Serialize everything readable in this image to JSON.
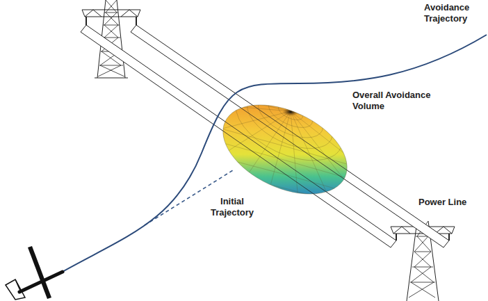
{
  "diagram": {
    "labels": [
      "Avoidance Trajectory",
      "Overall Avoidance Volume",
      "Initial Trajectory",
      "Power Line"
    ]
  }
}
